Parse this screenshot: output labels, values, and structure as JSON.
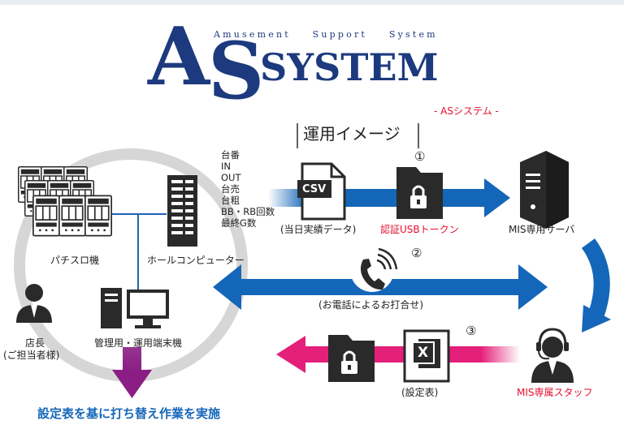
{
  "logo": {
    "tagline": "Amusement    Support    System",
    "letter_a": "A",
    "letter_s": "S",
    "word": "SYSTEM",
    "subtitle": "- ASシステム -"
  },
  "title": "運用イメージ",
  "store": {
    "pachislot_label": "パチスロ機",
    "hall_computer_label": "ホールコンピューター",
    "manager_label_line1": "店長",
    "manager_label_line2": "(ご担当者様)",
    "terminal_label": "管理用・運用端末機",
    "data_items": [
      "台番",
      "IN",
      "OUT",
      "台売",
      "台粗",
      "BB・RB回数",
      "最終G数"
    ]
  },
  "flow": {
    "step1": {
      "num": "①",
      "file_label": "CSV",
      "caption": "(当日実績データ)",
      "token_label": "認証USBトークン"
    },
    "server_label": "MIS専用サーバ",
    "step2": {
      "num": "②",
      "caption": "(お電話によるお打合せ)"
    },
    "step3": {
      "num": "③",
      "file_label": "X",
      "caption": "(設定表)"
    },
    "staff_label": "MIS専属スタッフ"
  },
  "footer_text": "設定表を基に打ち替え作業を実施",
  "colors": {
    "navy": "#1d3a7e",
    "blue": "#1466b8",
    "magenta": "#e4207a",
    "purple": "#8a1e84",
    "red": "#e60e2d",
    "dark": "#2a2a2a",
    "gray_ring": "#d6d6d6"
  }
}
